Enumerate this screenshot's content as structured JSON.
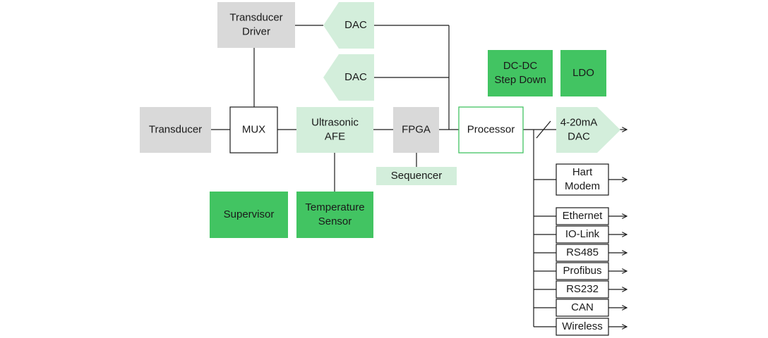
{
  "colors": {
    "gray": "#d9d9d9",
    "light_green": "#d3eedb",
    "green": "#42c462",
    "outline_green": "#42c462",
    "line": "#1a1a1a",
    "background": "#ffffff"
  },
  "blocks": {
    "transducer_driver": [
      "Transducer",
      "Driver"
    ],
    "dac_top": [
      "DAC"
    ],
    "dac_middle": [
      "DAC"
    ],
    "dcdc": [
      "DC-DC",
      "Step Down"
    ],
    "ldo": [
      "LDO"
    ],
    "transducer": [
      "Transducer"
    ],
    "mux": [
      "MUX"
    ],
    "ultrasonic_afe": [
      "Ultrasonic",
      "AFE"
    ],
    "fpga": [
      "FPGA"
    ],
    "processor": [
      "Processor"
    ],
    "current_dac": [
      "4-20mA",
      "DAC"
    ],
    "sequencer": [
      "Sequencer"
    ],
    "supervisor": [
      "Supervisor"
    ],
    "temperature_sensor": [
      "Temperature",
      "Sensor"
    ],
    "hart_modem": [
      "Hart",
      "Modem"
    ],
    "ethernet": [
      "Ethernet"
    ],
    "io_link": [
      "IO-Link"
    ],
    "rs485": [
      "RS485"
    ],
    "profibus": [
      "Profibus"
    ],
    "rs232": [
      "RS232"
    ],
    "can": [
      "CAN"
    ],
    "wireless": [
      "Wireless"
    ]
  }
}
